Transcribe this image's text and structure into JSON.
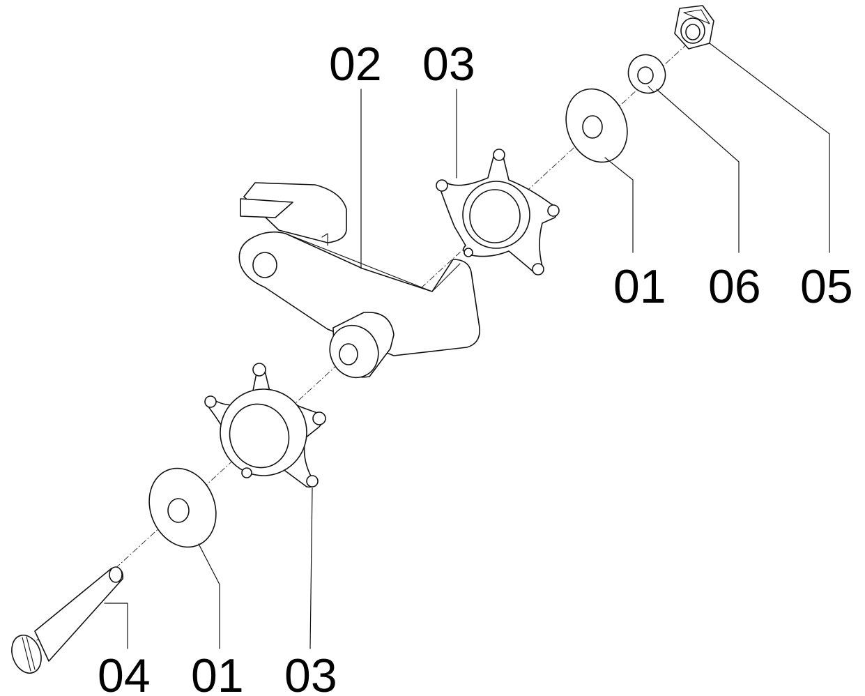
{
  "callouts": {
    "top_02": "02",
    "top_03": "03",
    "right_01": "01",
    "right_06": "06",
    "right_05": "05",
    "bottom_04": "04",
    "bottom_01": "01",
    "bottom_03": "03"
  }
}
